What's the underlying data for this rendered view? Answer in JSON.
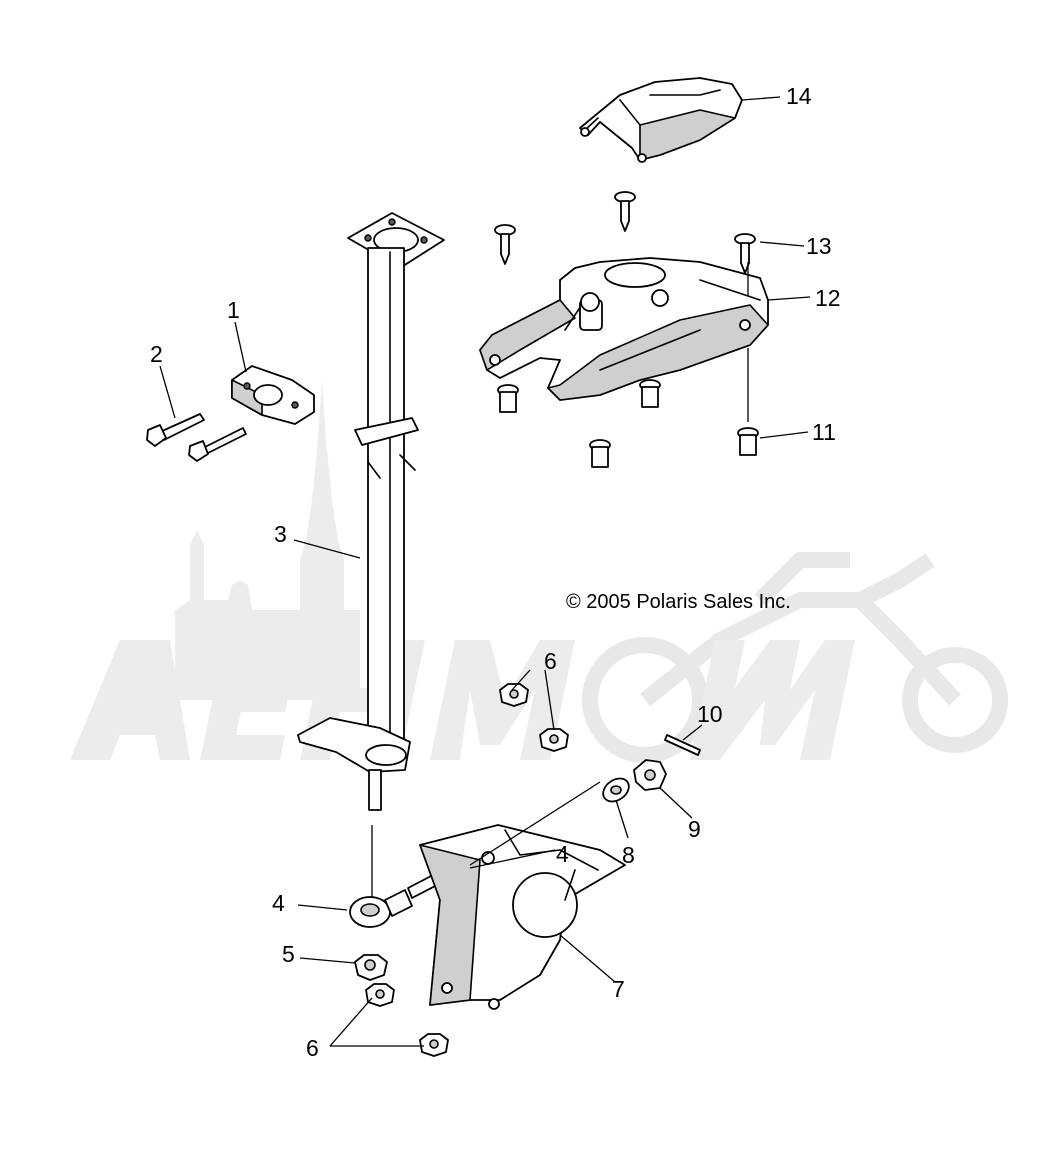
{
  "copyright": "© 2005 Polaris Sales Inc.",
  "callouts": [
    "1",
    "2",
    "3",
    "4",
    "4",
    "5",
    "6",
    "6",
    "7",
    "8",
    "9",
    "10",
    "11",
    "12",
    "13",
    "14"
  ]
}
